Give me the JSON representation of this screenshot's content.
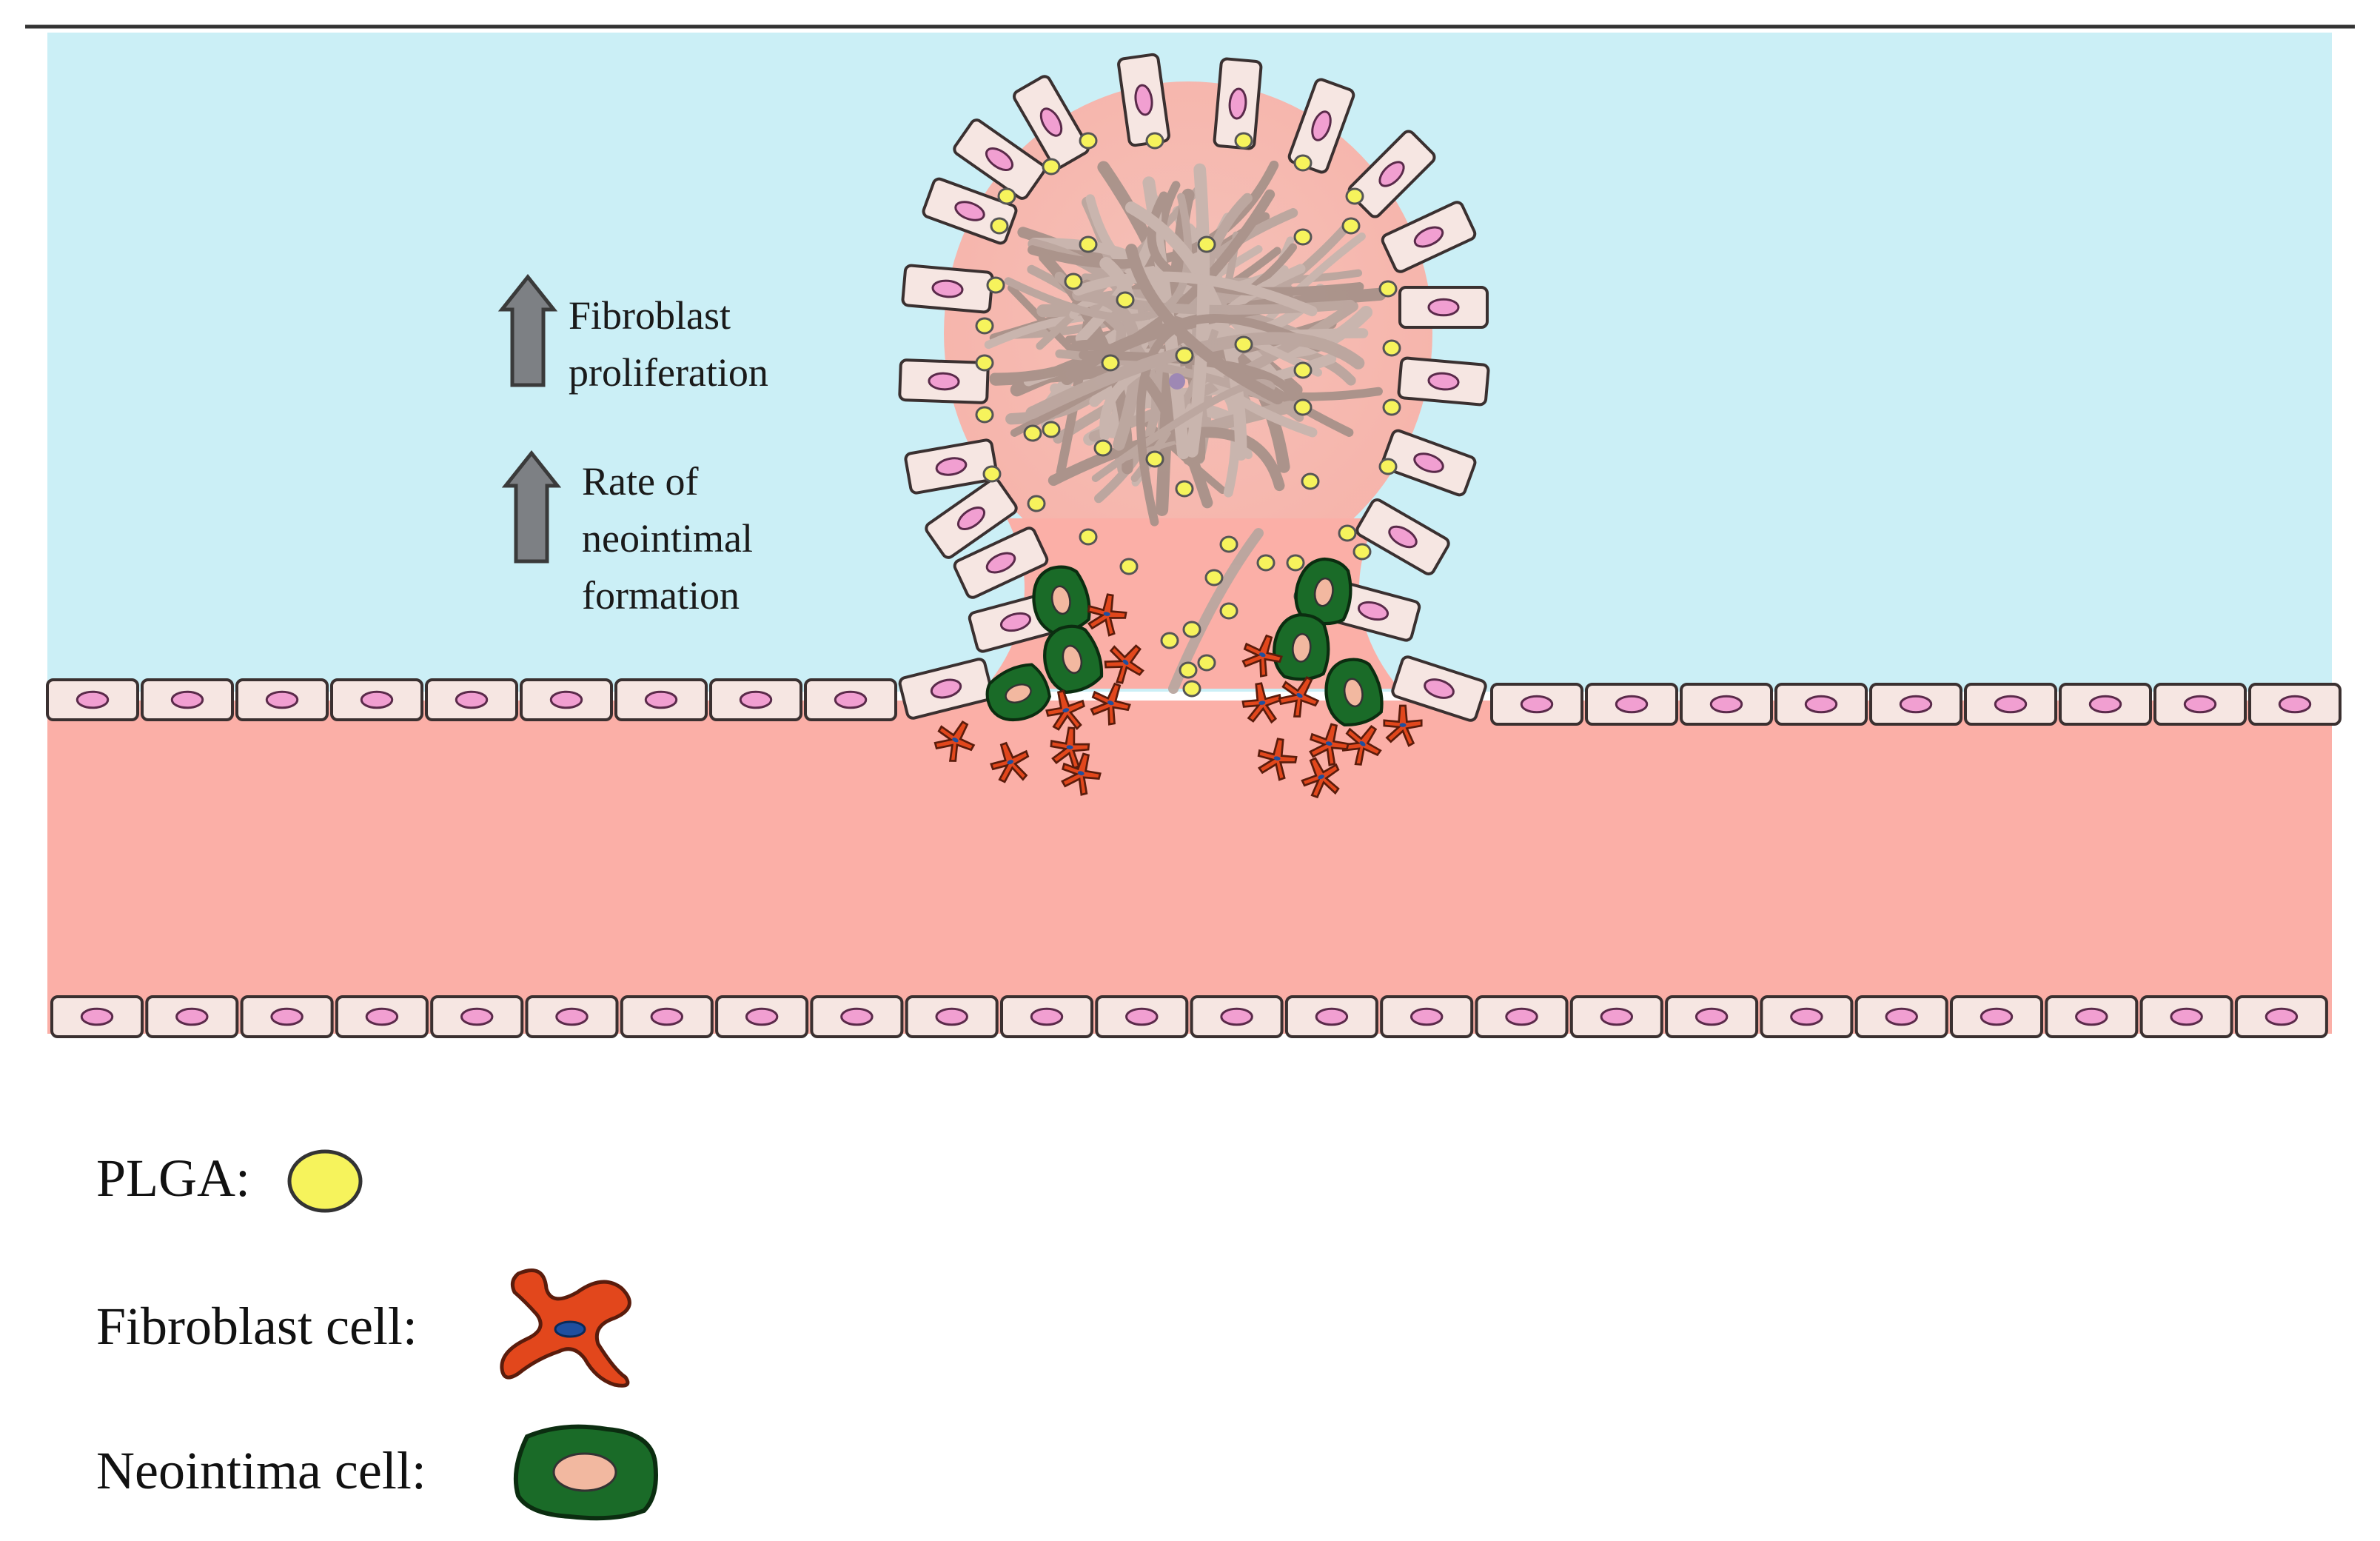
{
  "annotations": {
    "fibroblast": {
      "line1": "Fibroblast",
      "line2": "proliferation",
      "direction": "up"
    },
    "neointima": {
      "line1": "Rate of",
      "line2": "neointimal",
      "line3": "formation",
      "direction": "up"
    }
  },
  "legend": {
    "plga": {
      "label": "PLGA:",
      "icon": "yellow-sphere"
    },
    "fibroblast": {
      "label": "Fibroblast cell:",
      "icon": "orange-star-cell"
    },
    "neointima": {
      "label": "Neointima cell:",
      "icon": "green-cell"
    }
  },
  "colors": {
    "lumen": "#cbeff6",
    "vessel_wall": "#fbafa7",
    "endothelial_cell": "#f6e6e2",
    "nucleus": "#f19fd1",
    "plga": "#f6f35c",
    "fibroblast": "#e2471c",
    "neointima": "#1a6b28",
    "coil": "#b9a69f",
    "arrow": "#7d8084"
  }
}
